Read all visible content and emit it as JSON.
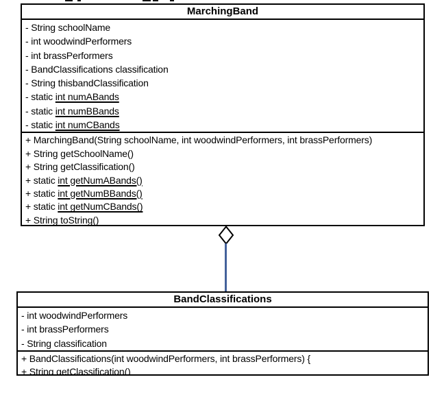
{
  "diagram": {
    "marching_band": {
      "title": "MarchingBand",
      "attributes": [
        {
          "plain": "- String schoolName"
        },
        {
          "plain": "- int woodwindPerformers"
        },
        {
          "plain": "- int brassPerformers"
        },
        {
          "plain": "- BandClassifications classification"
        },
        {
          "plain": "- String thisbandClassification"
        },
        {
          "prefix": "- static ",
          "underline": "int numABands"
        },
        {
          "prefix": "- static ",
          "underline": "int numBBands"
        },
        {
          "prefix": "- static ",
          "underline": "int numCBands"
        }
      ],
      "methods": [
        {
          "plain": "+ MarchingBand(String schoolName, int woodwindPerformers, int brassPerformers)"
        },
        {
          "plain": "+ String getSchoolName()"
        },
        {
          "plain": "+ String getClassification()"
        },
        {
          "prefix": "+ static ",
          "underline": "int getNumABands()"
        },
        {
          "prefix": "+ static ",
          "underline": "int getNumBBands()"
        },
        {
          "prefix": "+ static ",
          "underline": "int getNumCBands()"
        },
        {
          "plain": "+ String toString()"
        }
      ]
    },
    "band_classifications": {
      "title": "BandClassifications",
      "attributes": [
        {
          "plain": "- int woodwindPerformers"
        },
        {
          "plain": "- int brassPerformers"
        },
        {
          "plain": "- String classification"
        }
      ],
      "methods": [
        {
          "plain": "+ BandClassifications(int woodwindPerformers, int brassPerformers) {"
        },
        {
          "plain": "+ String getClassification()"
        }
      ]
    },
    "relationship": {
      "type": "aggregation",
      "icon": "hollow-diamond-icon",
      "connector_color": "#44619b"
    }
  }
}
